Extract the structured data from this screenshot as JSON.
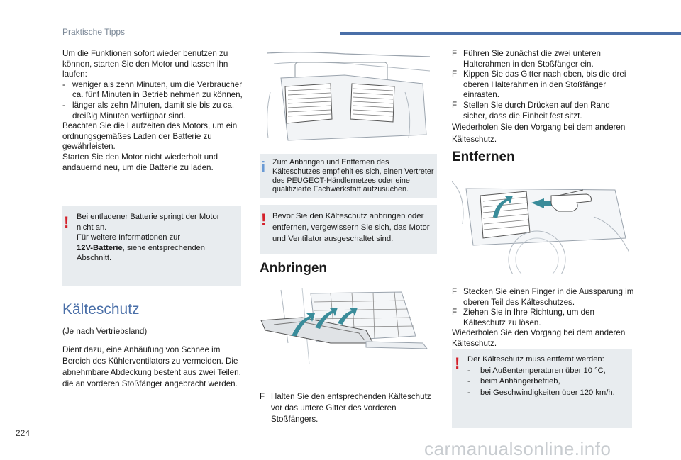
{
  "header": {
    "section": "Praktische Tipps"
  },
  "page_number": "224",
  "watermark": "carmanualsonline.info",
  "col1": {
    "intro": "Um die Funktionen sofort wieder benutzen zu können, starten Sie den Motor und lassen ihn laufen:",
    "bullets": [
      "weniger als zehn Minuten, um die Verbraucher ca. fünf Minuten in Betrieb nehmen zu können,",
      "länger als zehn Minuten, damit sie bis zu ca. dreißig Minuten verfügbar sind."
    ],
    "para2": "Beachten Sie die Laufzeiten des Motors, um ein ordnungsgemäßes Laden der Batterie zu gewährleisten.",
    "para3": "Starten Sie den Motor nicht wiederholt und andauernd neu, um die Batterie zu laden.",
    "warning": {
      "line1": "Bei entladener Batterie springt der Motor nicht an.",
      "line2": "Für weitere Informationen zur",
      "bold": "12V-Batterie",
      "rest": ", siehe entsprechenden Abschnitt."
    },
    "heading": "Kälteschutz",
    "note": "(Je nach Vertriebsland)",
    "para4": "Dient dazu, eine Anhäufung von Schnee im Bereich des Kühlerventilators zu vermeiden. Die abnehmbare Abdeckung besteht aus zwei Teilen, die an vorderen Stoßfänger angebracht werden."
  },
  "col2": {
    "info": "Zum Anbringen und Entfernen des Kälteschutzes empfiehlt es sich, einen Vertreter des PEUGEOT-Händlernetzes oder eine qualifizierte Fachwerkstatt aufzusuchen.",
    "warning": "Bevor Sie den Kälteschutz anbringen oder entfernen, vergewissern Sie sich, das Motor und Ventilator ausgeschaltet sind.",
    "heading": "Anbringen",
    "step": "Halten Sie den entsprechenden Kälteschutz vor das untere Gitter des vorderen Stoßfängers."
  },
  "col3": {
    "steps1": [
      "Führen Sie zunächst die zwei unteren Halterahmen in den Stoßfänger ein.",
      "Kippen Sie das Gitter nach oben, bis die drei oberen Halterahmen in den Stoßfänger einrasten.",
      "Stellen Sie durch Drücken auf den Rand sicher, dass die Einheit fest sitzt."
    ],
    "repeat1": "Wiederholen Sie den Vorgang bei dem anderen Kälteschutz.",
    "heading": "Entfernen",
    "steps2": [
      "Stecken Sie einen Finger in die Aussparung im oberen Teil des Kälteschutzes.",
      "Ziehen Sie in Ihre Richtung, um den Kälteschutz zu lösen."
    ],
    "repeat2": "Wiederholen Sie den Vorgang bei dem anderen Kälteschutz.",
    "warning": {
      "title": "Der Kälteschutz muss entfernt werden:",
      "bullets": [
        "bei Außentemperaturen über 10 °C,",
        "beim Anhängerbetrieb,",
        "bei Geschwindigkeiten über 120 km/h."
      ]
    }
  },
  "symbols": {
    "arrow": "F",
    "dash": "-",
    "exclaim": "!",
    "info": "i"
  },
  "colors": {
    "accent": "#4a6fa8",
    "warning": "#d4202a",
    "box_bg": "#e8ecef",
    "info_mark": "#6a9ad4"
  }
}
